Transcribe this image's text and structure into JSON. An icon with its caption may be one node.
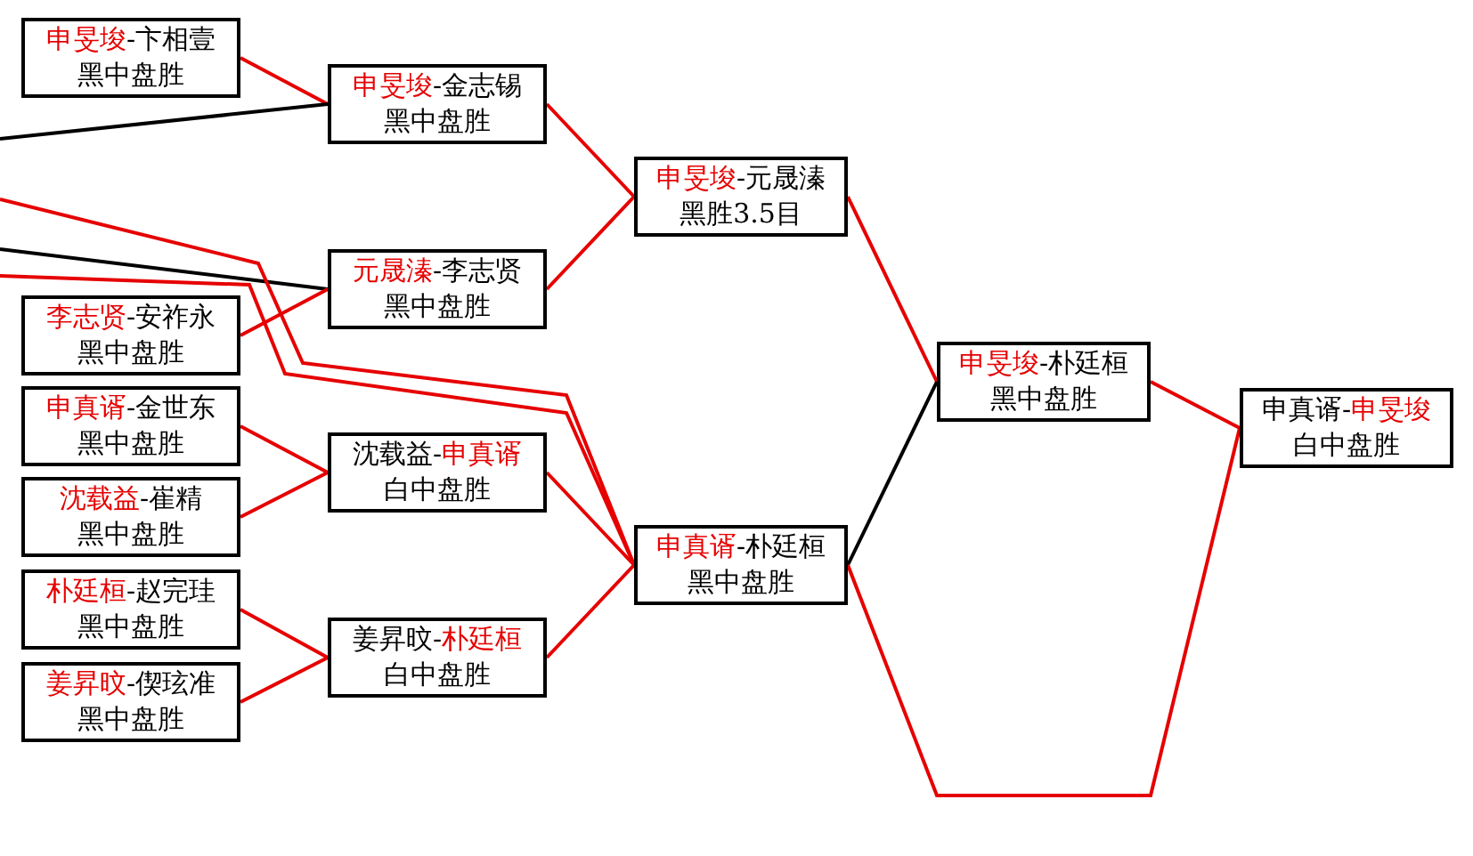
{
  "diagram": {
    "nodes": [
      {
        "text": [
          "**申旻埈**-卞相壹",
          "黑中盘胜"
        ]
      },
      {
        "text": [
          "**李志贤**-安祚永",
          "黑中盘胜"
        ]
      },
      {
        "text": [
          "**申真谞**-金世东",
          "黑中盘胜"
        ]
      },
      {
        "text": [
          "**沈载益**-崔精",
          "黑中盘胜"
        ]
      },
      {
        "text": [
          "**朴廷桓**-赵完珪",
          "黑中盘胜"
        ]
      },
      {
        "text": [
          "**姜昇旼**-偰玹准",
          "黑中盘胜"
        ]
      },
      {
        "text": [
          "**申旻埈**-金志锡",
          "黑中盘胜"
        ]
      },
      {
        "text": [
          "**元晟溱**-李志贤",
          "黑中盘胜"
        ]
      },
      {
        "text": [
          "沈载益-**申真谞**",
          "白中盘胜"
        ]
      },
      {
        "text": [
          "姜昇旼-**朴廷桓**",
          "白中盘胜"
        ]
      },
      {
        "text": [
          "**申旻埈**-元晟溱",
          "黑胜3.5目"
        ]
      },
      {
        "text": [
          "**申真谞**-朴廷桓",
          "黑中盘胜"
        ]
      },
      {
        "text": [
          "**申旻埈**-朴廷桓",
          "黑中盘胜"
        ]
      },
      {
        "text": [
          "申真谞-**申旻埈**",
          "白中盘胜"
        ]
      }
    ],
    "edges": [
      {
        "from": 0,
        "to": 6,
        "arrow": "none"
      },
      {
        "from": null,
        "to": 6,
        "arrow": "none",
        "color": "#000000"
      },
      {
        "from": null,
        "to": 7,
        "arrow": "none",
        "color": "#000000"
      },
      {
        "from": 1,
        "to": 7,
        "arrow": "none"
      },
      {
        "from": null,
        "to": 11,
        "arrow": "none"
      },
      {
        "from": null,
        "to": 11,
        "arrow": "none"
      },
      {
        "from": 2,
        "to": 8,
        "arrow": "none"
      },
      {
        "from": 3,
        "to": 8,
        "arrow": "none"
      },
      {
        "from": 4,
        "to": 9,
        "arrow": "none"
      },
      {
        "from": 5,
        "to": 9,
        "arrow": "none"
      },
      {
        "from": 6,
        "to": 10,
        "arrow": "none"
      },
      {
        "from": 7,
        "to": 10,
        "arrow": "none"
      },
      {
        "from": 8,
        "to": 11,
        "arrow": "none"
      },
      {
        "from": 9,
        "to": 11,
        "arrow": "none"
      },
      {
        "from": 10,
        "to": 12,
        "arrow": "none"
      },
      {
        "from": 11,
        "to": 12,
        "arrow": "none",
        "color": "#000000"
      },
      {
        "from": 11,
        "to": 13,
        "arrow": "none"
      },
      {
        "from": 12,
        "to": 13,
        "arrow": "none"
      }
    ]
  }
}
